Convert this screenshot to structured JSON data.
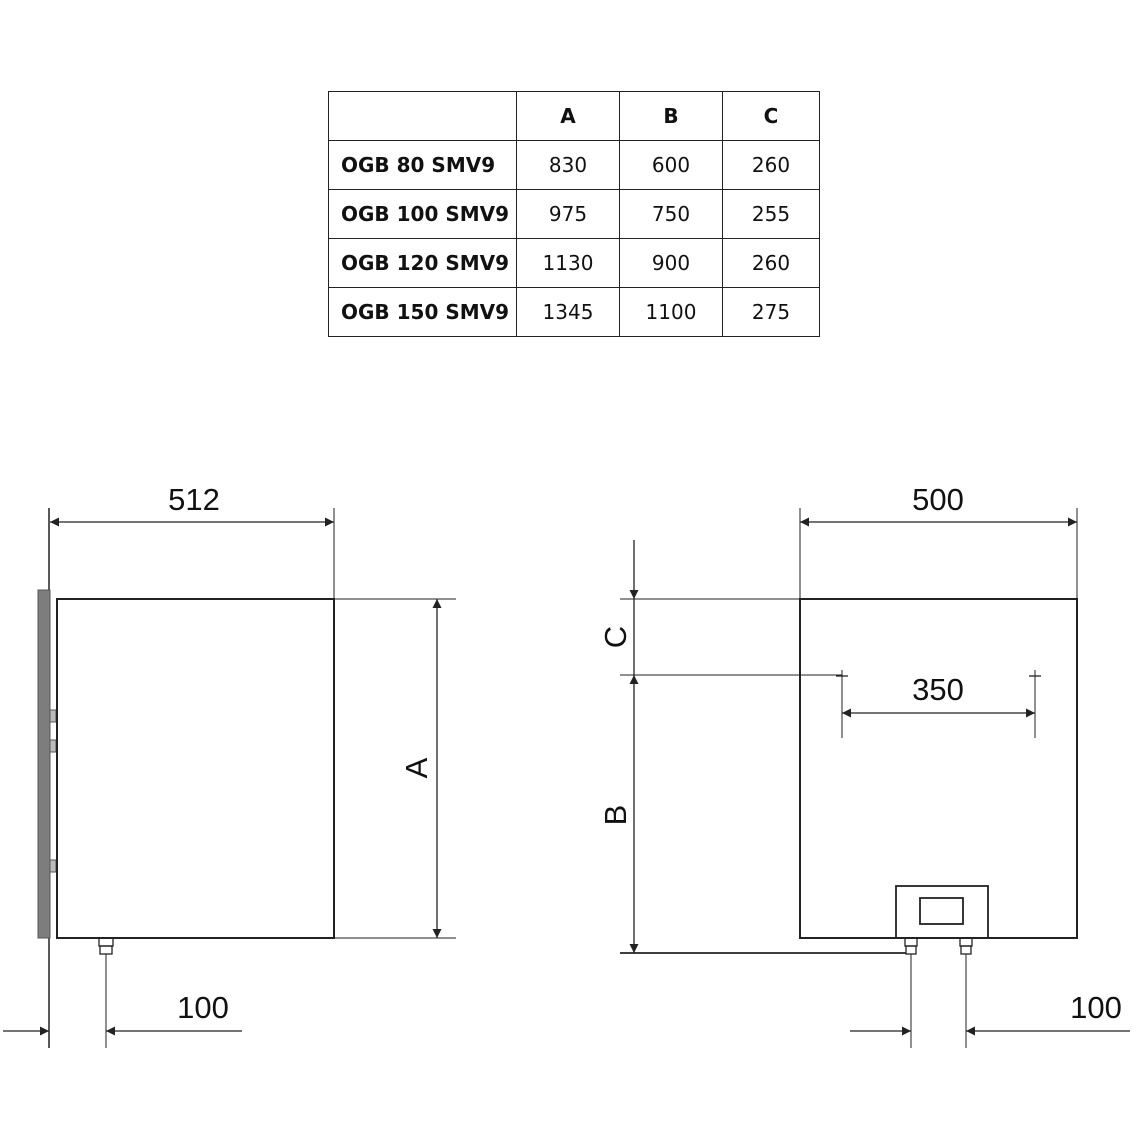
{
  "table": {
    "header": [
      "",
      "A",
      "B",
      "C"
    ],
    "rows": [
      {
        "model": "OGB 80 SMV9",
        "A": "830",
        "B": "600",
        "C": "260"
      },
      {
        "model": "OGB 100 SMV9",
        "A": "975",
        "B": "750",
        "C": "255"
      },
      {
        "model": "OGB 120 SMV9",
        "A": "1130",
        "B": "900",
        "C": "260"
      },
      {
        "model": "OGB 150 SMV9",
        "A": "1345",
        "B": "1100",
        "C": "275"
      }
    ]
  },
  "side_view": {
    "width_label": "512",
    "height_label": "A",
    "offset_label": "100"
  },
  "front_view": {
    "width_label": "500",
    "top_label": "C",
    "bracket_label": "350",
    "bottom_label": "B",
    "offset_label": "100"
  }
}
